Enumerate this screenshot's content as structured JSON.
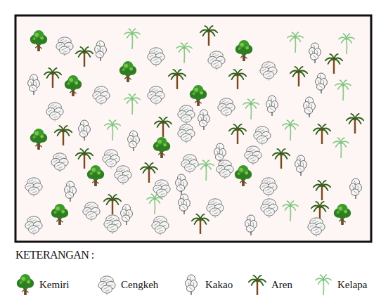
{
  "diagram": {
    "labels": [
      "KETERANGAN :"
    ],
    "legend": [
      {
        "text": "Kemiri"
      },
      {
        "text": "Cengkeh"
      },
      {
        "text": "Kakao"
      },
      {
        "text": "Aren"
      },
      {
        "text": "Kelapa"
      }
    ]
  }
}
